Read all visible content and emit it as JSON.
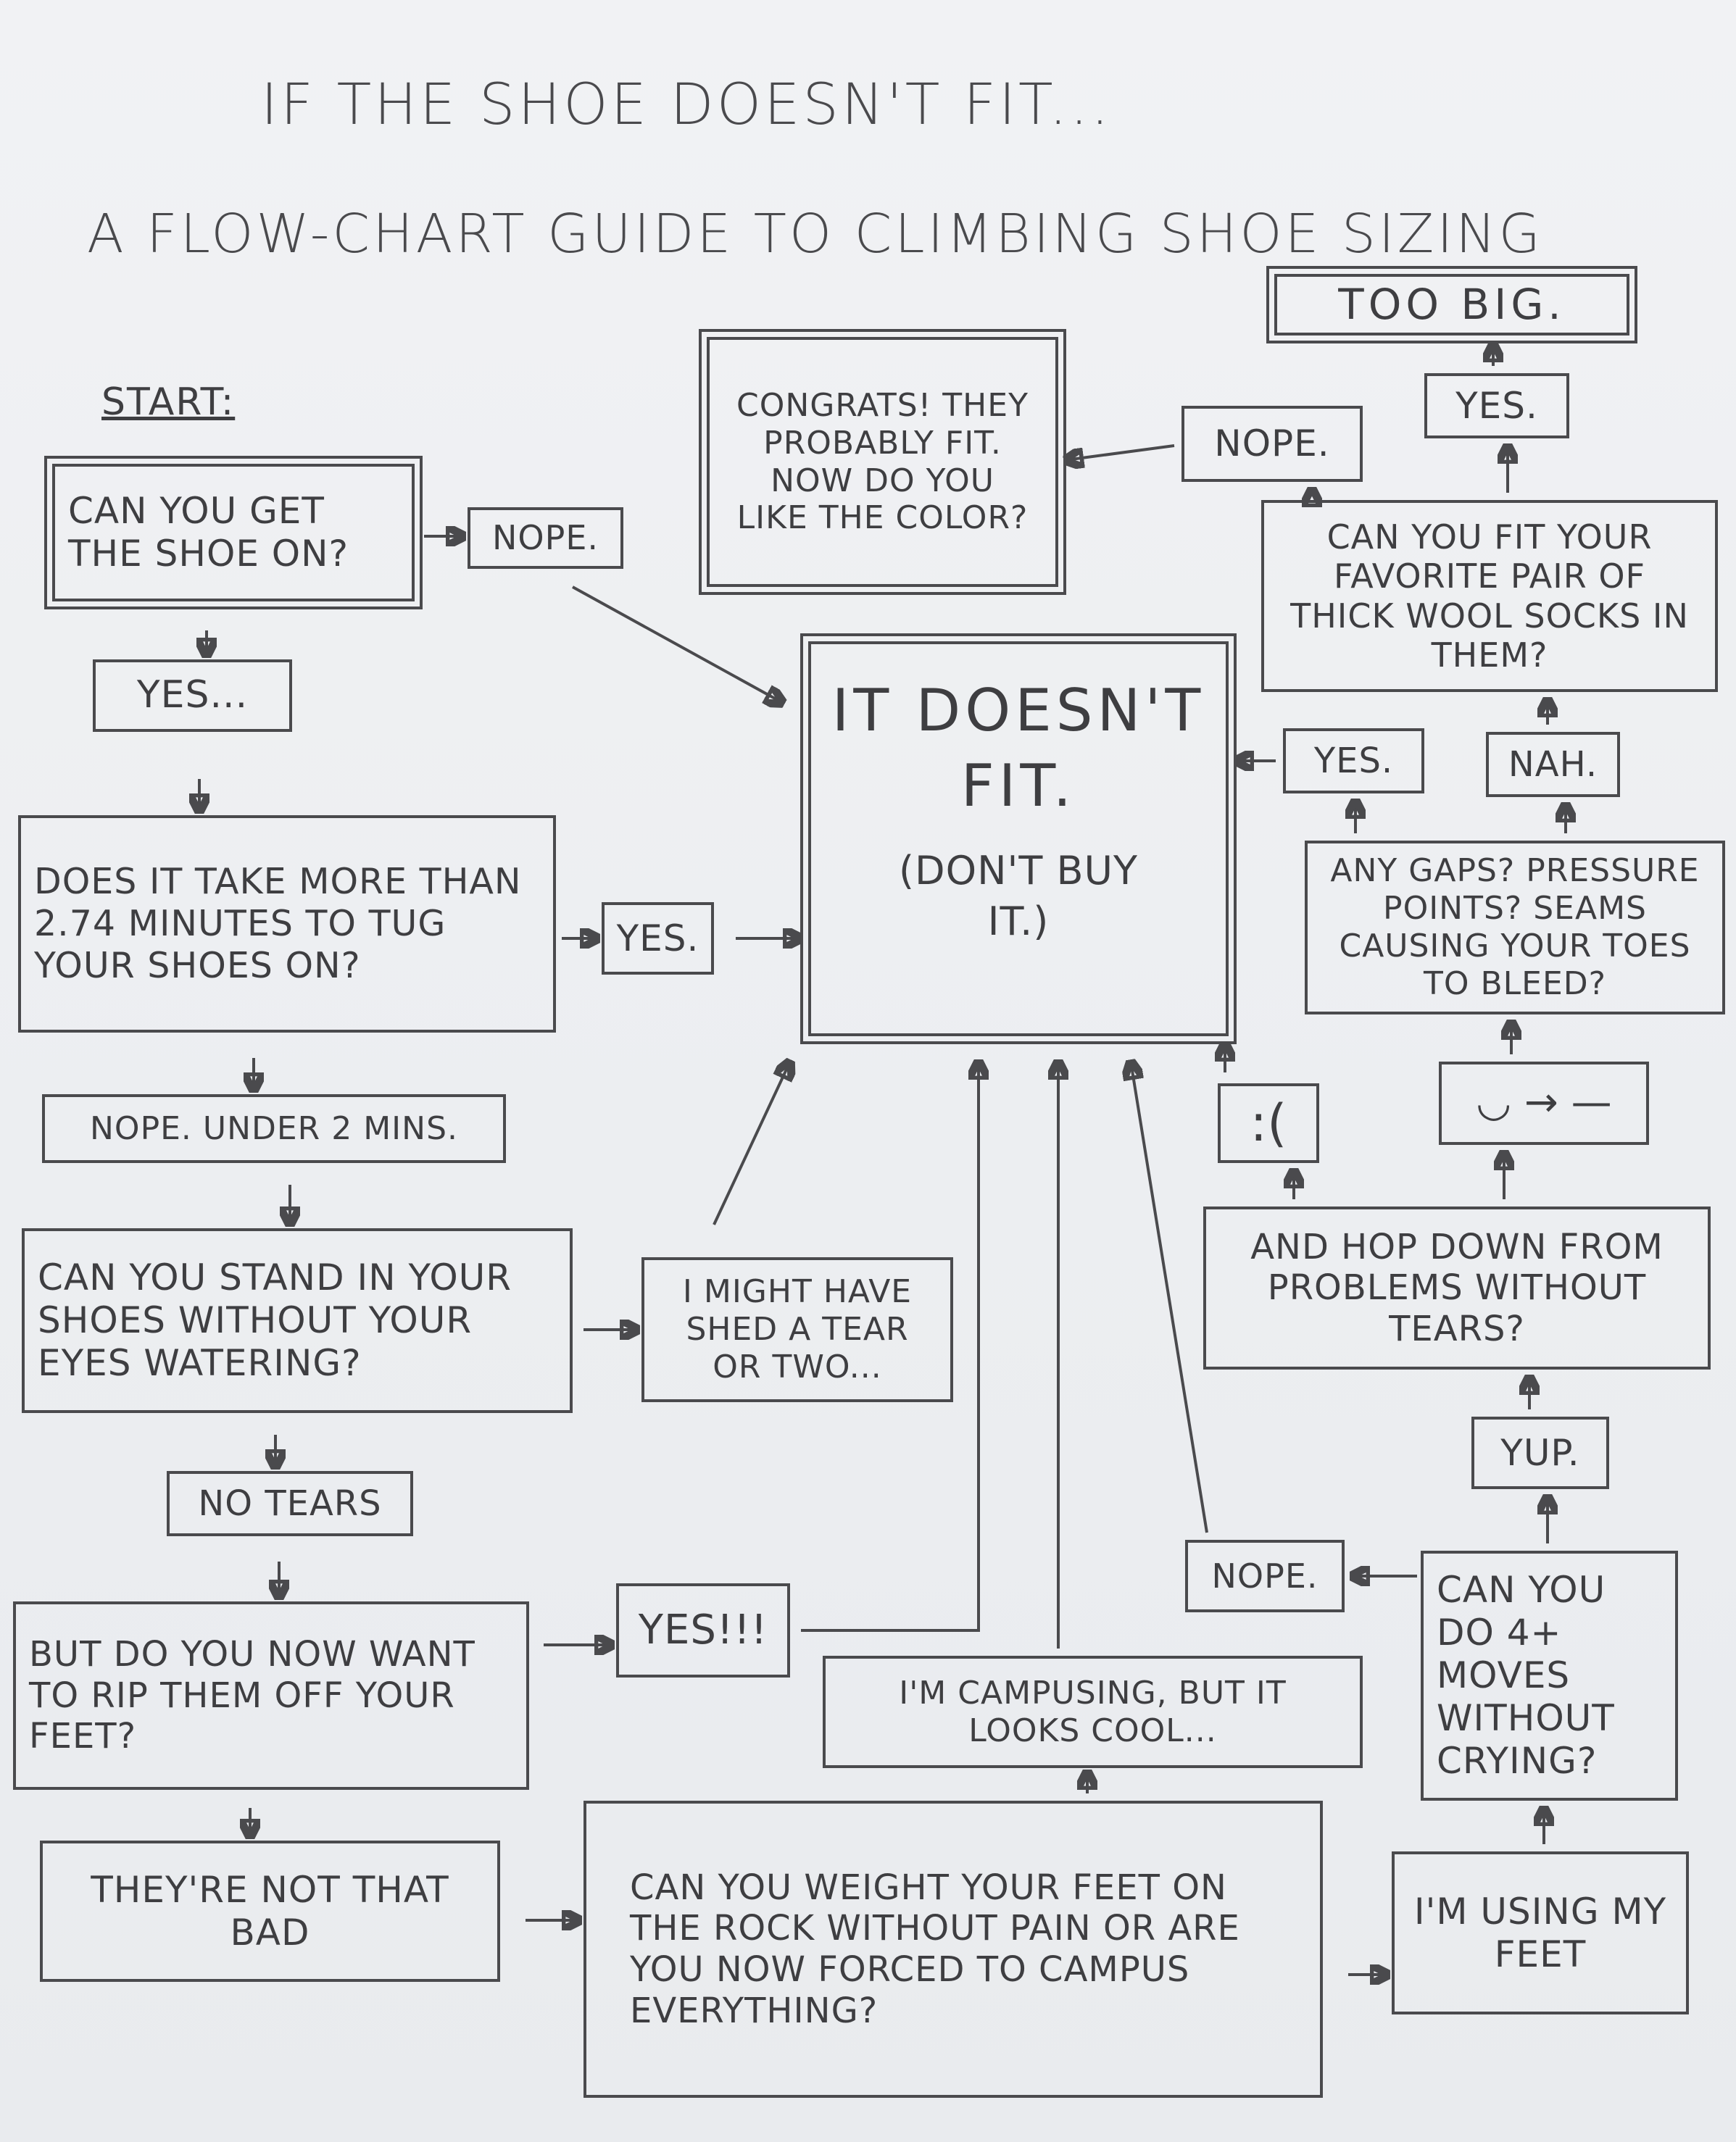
{
  "title_line1": "IF THE SHOE DOESN'T FIT...",
  "title_line2": "A FLOW-CHART GUIDE TO CLIMBING SHOE SIZING",
  "start_label": "START:",
  "nodes": {
    "q_shoe_on": "CAN YOU GET THE SHOE ON?",
    "a_nope_1": "NOPE.",
    "a_yes_1": "YES...",
    "q_minutes": "DOES IT TAKE MORE THAN 2.74 MINUTES TO TUG YOUR SHOES ON?",
    "a_yes_2": "YES.",
    "a_under_2": "NOPE. UNDER 2 MINS.",
    "q_stand": "CAN YOU STAND IN YOUR SHOES WITHOUT YOUR EYES WATERING?",
    "a_tear": "I MIGHT HAVE SHED A TEAR OR TWO...",
    "a_no_tears": "NO TEARS",
    "q_rip": "BUT DO YOU NOW WANT TO RIP THEM OFF YOUR FEET?",
    "a_yes_3": "YES!!!",
    "a_not_bad": "THEY'RE NOT THAT BAD",
    "q_weight": "CAN YOU WEIGHT YOUR FEET ON THE ROCK WITHOUT PAIN OR ARE YOU NOW FORCED TO CAMPUS EVERYTHING?",
    "a_campusing": "I'M CAMPUSING, BUT IT LOOKS COOL...",
    "a_using_feet": "I'M USING MY FEET",
    "q_moves": "CAN YOU DO 4+ MOVES WITHOUT CRYING?",
    "a_nope_2": "NOPE.",
    "a_yup": "YUP.",
    "q_hop": "AND HOP DOWN FROM PROBLEMS WITHOUT TEARS?",
    "face_sad": ":(",
    "face_change": "◡ → —",
    "q_gaps": "ANY GAPS? PRESSURE POINTS? SEAMS CAUSING YOUR TOES TO BLEED?",
    "a_yes_4": "YES.",
    "a_nah": "NAH.",
    "q_socks": "CAN YOU FIT YOUR FAVORITE PAIR OF THICK WOOL SOCKS IN THEM?",
    "a_nope_3": "NOPE.",
    "a_yes_5": "YES.",
    "too_big": "TOO BIG.",
    "congrats": "CONGRATS! THEY PROBABLY FIT. NOW DO YOU LIKE THE COLOR?",
    "doesnt_fit": "IT DOESN'T FIT.",
    "dont_buy": "(DON'T BUY IT.)"
  }
}
